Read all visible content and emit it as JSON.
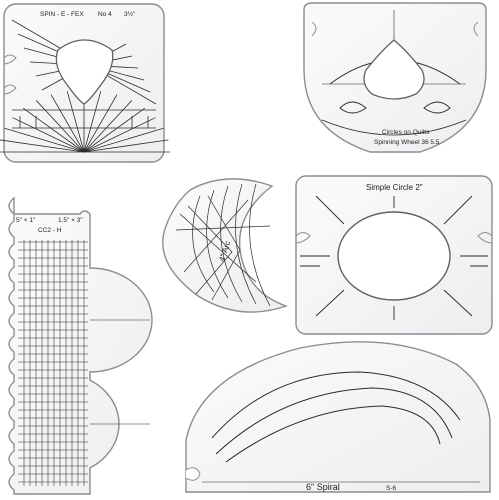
{
  "rulers": {
    "spin_fe": {
      "name": "SPIN - E - FEX",
      "number": "No 4",
      "size": "3½\""
    },
    "spinning_wheel": {
      "line1": "Circles on Quilts",
      "line2": "Spinning Wheel 36 5.5"
    },
    "arc": {
      "label": "4\" Arc"
    },
    "simple_circle": {
      "label": "Simple Circle 2\""
    },
    "cc2": {
      "size_left": "5\" × 1\"",
      "size_right": "1.5\" × 3\"",
      "code": "CC2 - H"
    },
    "spiral": {
      "label": "6\" Spiral",
      "code": "S-6"
    }
  },
  "colors": {
    "ruler_fill": "#f4f5f6",
    "ruler_edge": "#8a8d91",
    "marking": "#2b2b2b"
  }
}
